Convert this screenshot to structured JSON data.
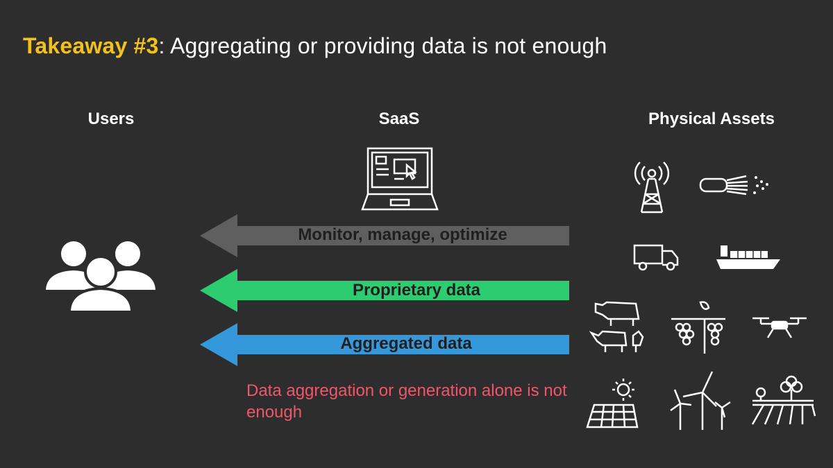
{
  "title": {
    "accent": "Takeaway #3",
    "rest": ": Aggregating or providing data is not enough"
  },
  "columns": {
    "users": "Users",
    "saas": "SaaS",
    "assets": "Physical Assets"
  },
  "arrows": [
    {
      "label": "Monitor, manage, optimize",
      "color": "#5f5f5f"
    },
    {
      "label": "Proprietary data",
      "color": "#2ecc71"
    },
    {
      "label": "Aggregated data",
      "color": "#3498db"
    }
  ],
  "note": "Data aggregation or generation alone is not enough",
  "colors": {
    "background": "#2d2d2d",
    "accent": "#f2c21c",
    "note": "#f0566b"
  },
  "icons": [
    "users-icon",
    "laptop-icon",
    "cell-tower-icon",
    "fiber-cable-icon",
    "truck-icon",
    "cargo-ship-icon",
    "livestock-icon",
    "vineyard-icon",
    "drone-icon",
    "solar-panel-icon",
    "wind-turbine-icon",
    "farm-field-icon"
  ]
}
